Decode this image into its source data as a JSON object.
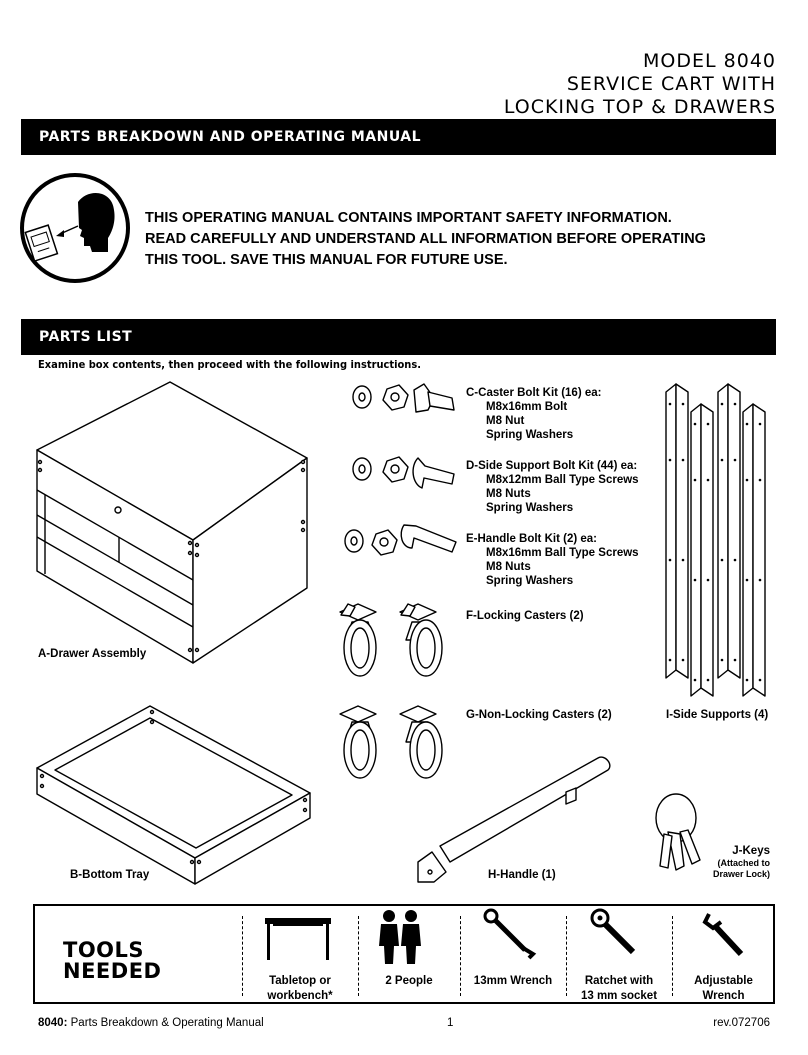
{
  "header": {
    "model_line1": "MODEL 8040",
    "model_line2": "SERVICE CART WITH",
    "model_line3": "LOCKING TOP & DRAWERS"
  },
  "section1": {
    "title": "PARTS BREAKDOWN AND OPERATING MANUAL"
  },
  "safety": {
    "line1": "THIS OPERATING MANUAL CONTAINS IMPORTANT SAFETY INFORMATION.",
    "line2": "READ CAREFULLY AND UNDERSTAND ALL INFORMATION BEFORE OPERATING",
    "line3": "THIS TOOL. SAVE THIS MANUAL FOR FUTURE USE."
  },
  "section2": {
    "title": "PARTS LIST"
  },
  "instruction": "Examine box contents, then proceed with the following instructions.",
  "parts": {
    "a": "A-Drawer Assembly",
    "b": "B-Bottom Tray",
    "c_title": "C-Caster Bolt Kit (16) ea:",
    "c_items": [
      "M8x16mm Bolt",
      "M8 Nut",
      "Spring Washers"
    ],
    "d_title": "D-Side Support Bolt Kit (44) ea:",
    "d_items": [
      "M8x12mm Ball Type Screws",
      "M8 Nuts",
      "Spring Washers"
    ],
    "e_title": "E-Handle Bolt Kit (2) ea:",
    "e_items": [
      "M8x16mm Ball Type Screws",
      "M8 Nuts",
      "Spring Washers"
    ],
    "f": "F-Locking Casters (2)",
    "g": "G-Non-Locking Casters (2)",
    "h": "H-Handle (1)",
    "i": "I-Side Supports (4)",
    "j": "J-Keys",
    "j_note1": "(Attached to",
    "j_note2": "Drawer Lock)"
  },
  "tools": {
    "title_line1": "TOOLS",
    "title_line2": "NEEDED",
    "items": [
      {
        "line1": "Tabletop or",
        "line2": "workbench*",
        "icon": "table-icon"
      },
      {
        "line1": "2 People",
        "line2": "",
        "icon": "people-icon"
      },
      {
        "line1": "13mm Wrench",
        "line2": "",
        "icon": "wrench-icon"
      },
      {
        "line1": "Ratchet with",
        "line2": "13 mm socket",
        "icon": "ratchet-icon"
      },
      {
        "line1": "Adjustable",
        "line2": "Wrench",
        "icon": "adjustable-wrench-icon"
      }
    ]
  },
  "footer": {
    "model": "8040:",
    "title": "Parts Breakdown & Operating Manual",
    "page": "1",
    "rev": "rev.072706"
  }
}
